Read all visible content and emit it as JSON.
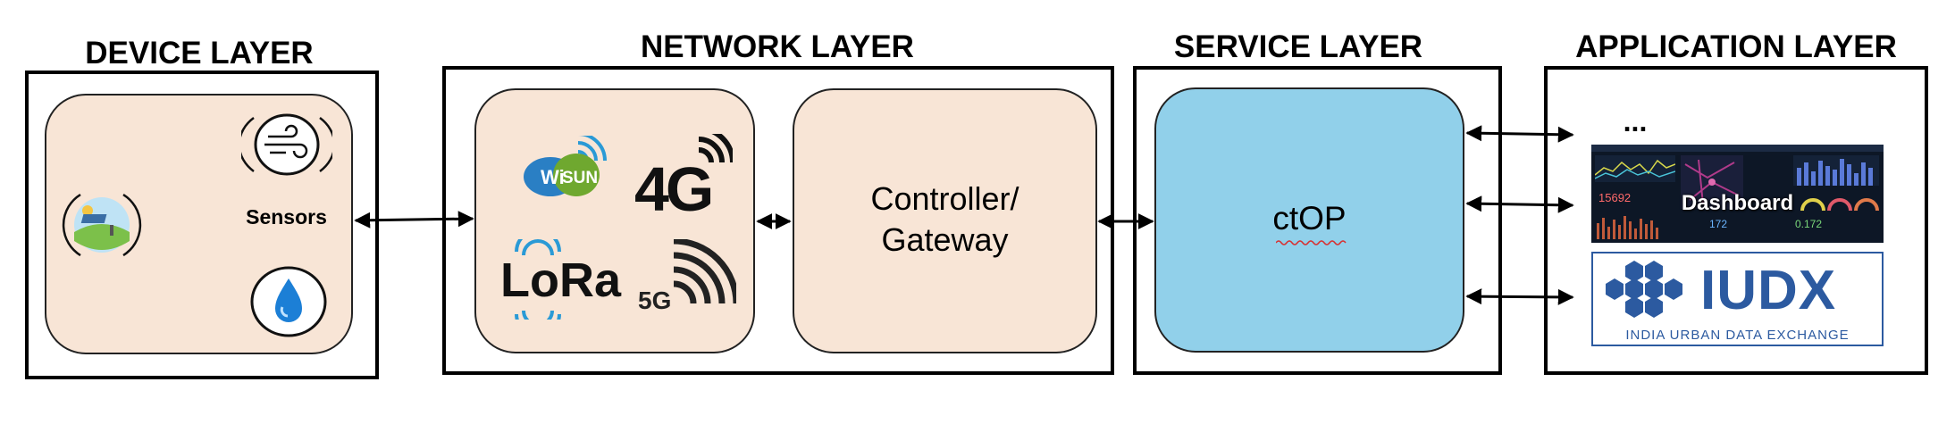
{
  "layers": {
    "device": {
      "title": "DEVICE LAYER",
      "sensors_label": "Sensors"
    },
    "network": {
      "title": "NETWORK LAYER",
      "controller_label_line1": "Controller/",
      "controller_label_line2": "Gateway",
      "tech_wisun_a": "Wi",
      "tech_wisun_b": "SUN",
      "tech_4g": "4G",
      "tech_lora": "LoRa",
      "tech_5g": "5G"
    },
    "service": {
      "title": "SERVICE LAYER",
      "platform_label": "ctOP"
    },
    "application": {
      "title": "APPLICATION LAYER",
      "ellipsis": "...",
      "dashboard_label": "Dashboard",
      "iudx_logo_text": "IUDX",
      "iudx_subtitle": "INDIA URBAN DATA EXCHANGE",
      "dash_v1": "15692",
      "dash_v2": "172",
      "dash_v3": "0.172"
    }
  },
  "colors": {
    "peach": "#f8e5d6",
    "service_blue": "#91d0ea",
    "iudx_blue": "#2c5aa0"
  }
}
